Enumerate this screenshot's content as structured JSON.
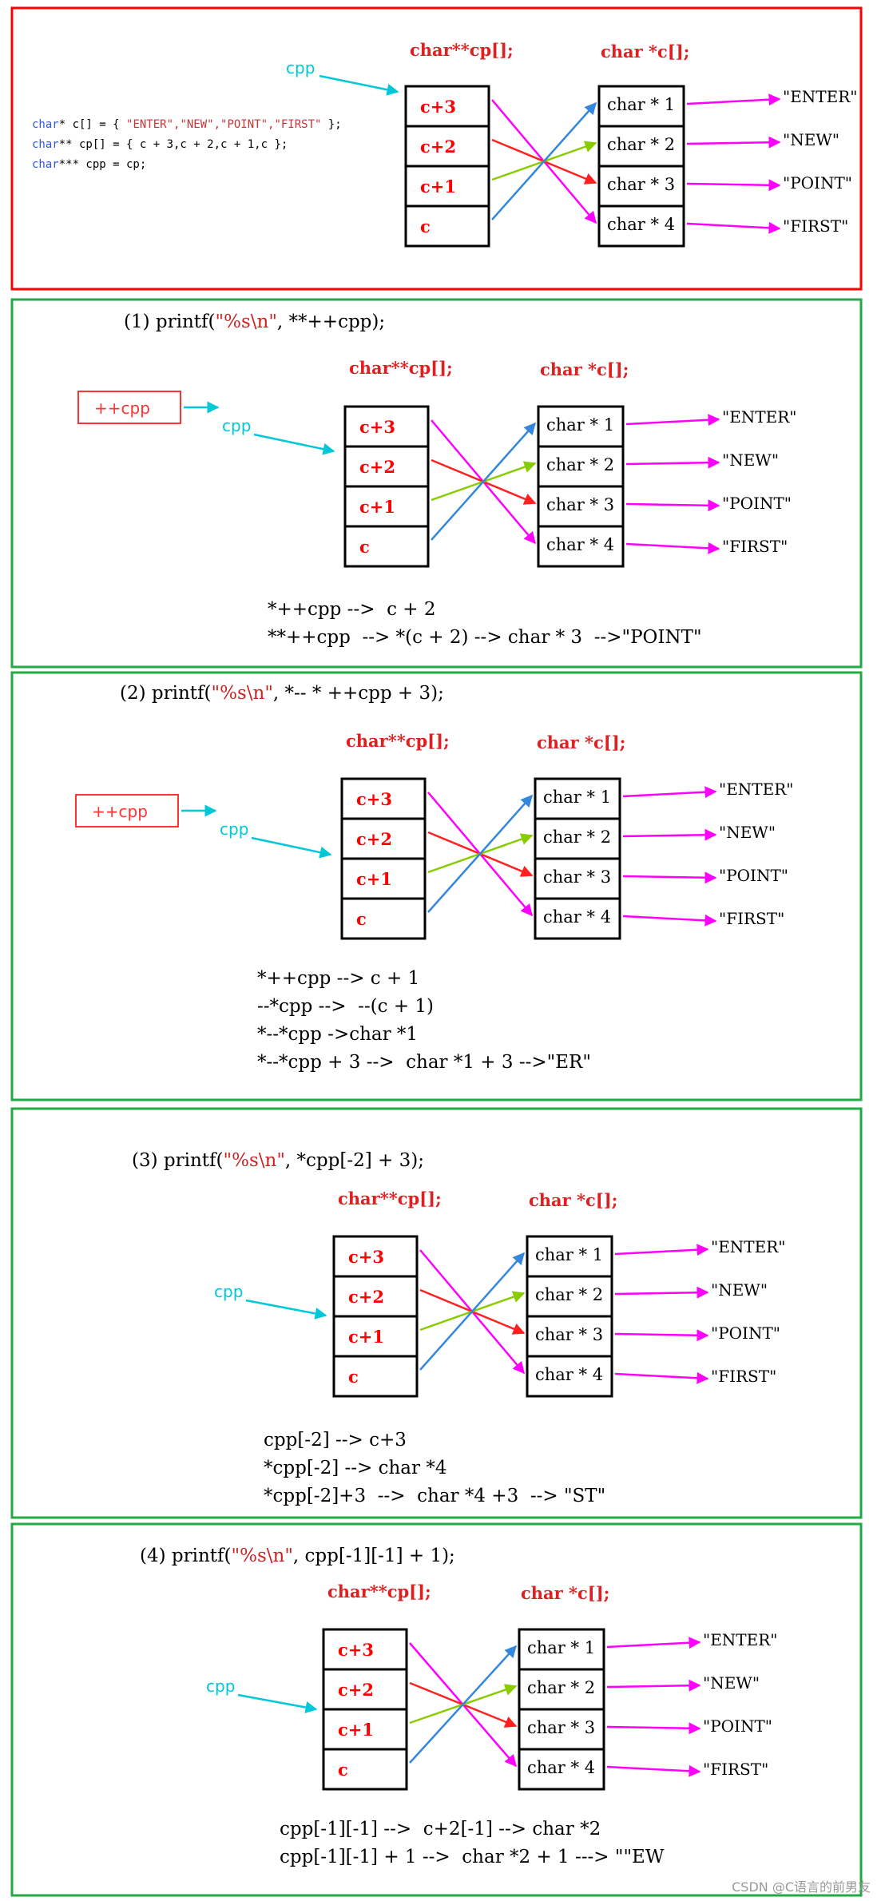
{
  "colors": {
    "panel_top": "#ff0000",
    "panel_steps": "#22aa44",
    "cyan": "#00c8d8",
    "magenta": "#ff00ff",
    "red": "#ff2020",
    "green": "#88cc00",
    "blue": "#3388dd"
  },
  "top": {
    "decl1_kw": "char",
    "decl1_rest": "* c[] = { ",
    "decl1_strs": "\"ENTER\",\"NEW\",\"POINT\",\"FIRST\"",
    "decl1_end": " };",
    "decl2_kw": "char",
    "decl2_rest": "** cp[] = { c + 3,c + 2,c + 1,c };",
    "decl3_kw": "char",
    "decl3_rest": "*** cpp = cp;"
  },
  "diagram": {
    "cp_header": "char**cp[];",
    "c_header": "char *c[];",
    "cpp_label": "cpp",
    "incr_label": "++cpp",
    "cp_cells": [
      "c+3",
      "c+2",
      "c+1",
      "c"
    ],
    "c_cells": [
      "char * 1",
      "char * 2",
      "char * 3",
      "char * 4"
    ],
    "strings": [
      "\"ENTER\"",
      "\"NEW\"",
      "\"POINT\"",
      "\"FIRST\""
    ]
  },
  "steps": [
    {
      "title_pre": "(1) printf(",
      "title_fmt": "\"%s\\n\"",
      "title_post": ", **++cpp);",
      "lines": [
        "*++cpp -->  c + 2",
        "**++cpp  --> *(c + 2) --> char * 3  -->\"POINT\""
      ]
    },
    {
      "title_pre": "(2) printf(",
      "title_fmt": "\"%s\\n\"",
      "title_post": ", *-- * ++cpp + 3);",
      "lines": [
        "*++cpp --> c + 1",
        "--*cpp -->  --(c + 1)",
        "*--*cpp ->char *1",
        "*--*cpp + 3 -->  char *1 + 3 -->\"ER\""
      ]
    },
    {
      "title_pre": "(3) printf(",
      "title_fmt": "\"%s\\n\"",
      "title_post": ", *cpp[-2] + 3);",
      "lines": [
        "cpp[-2] --> c+3",
        "*cpp[-2] --> char *4",
        "*cpp[-2]+3  -->  char *4 +3  --> \"ST\""
      ]
    },
    {
      "title_pre": "(4) printf(",
      "title_fmt": "\"%s\\n\"",
      "title_post": ", cpp[-1][-1] + 1);",
      "lines": [
        "cpp[-1][-1] -->  c+2[-1] --> char *2",
        "cpp[-1][-1] + 1 -->  char *2 + 1 ---> \"\"EW"
      ]
    }
  ],
  "watermark": "CSDN @C语言的前男友"
}
